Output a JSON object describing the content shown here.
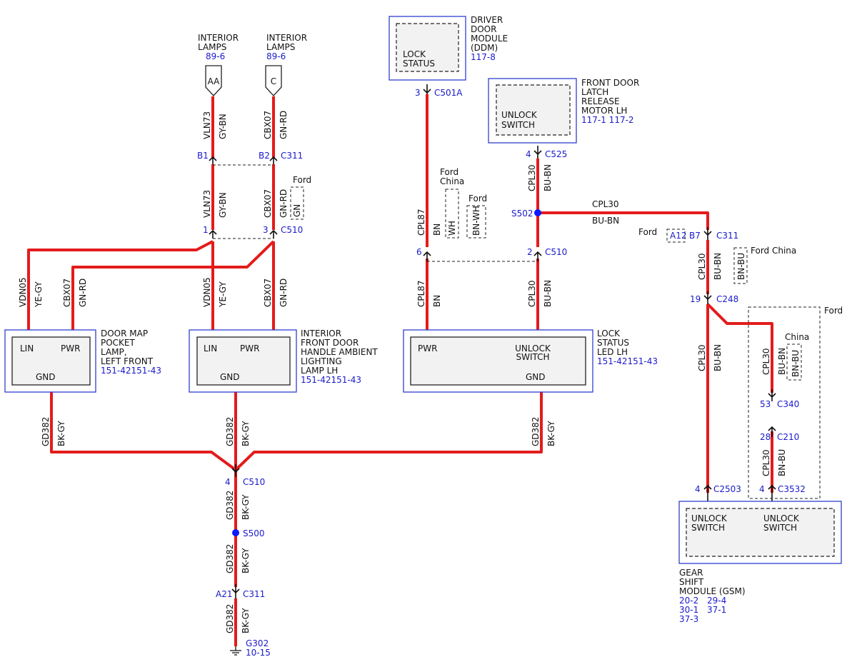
{
  "components": {
    "interior_lamps_aa": {
      "name_l1": "INTERIOR",
      "name_l2": "LAMPS",
      "ref": "89-6",
      "connector": "AA"
    },
    "interior_lamps_c": {
      "name_l1": "INTERIOR",
      "name_l2": "LAMPS",
      "ref": "89-6",
      "connector": "C"
    },
    "ddm": {
      "l1": "DRIVER",
      "l2": "DOOR",
      "l3": "MODULE",
      "l4": "(DDM)",
      "ref": "117-8",
      "inner_l1": "LOCK",
      "inner_l2": "STATUS"
    },
    "latch": {
      "l1": "FRONT DOOR",
      "l2": "LATCH",
      "l3": "RELEASE",
      "l4": "MOTOR LH",
      "ref": "117-1 117-2",
      "inner_l1": "UNLOCK",
      "inner_l2": "SWITCH"
    },
    "door_map": {
      "l1": "DOOR MAP",
      "l2": "POCKET",
      "l3": "LAMP,",
      "l4": "LEFT FRONT",
      "ref": "151-42151-43",
      "pin_lin": "LIN",
      "pin_pwr": "PWR",
      "pin_gnd": "GND"
    },
    "handle_lamp": {
      "l1": "INTERIOR",
      "l2": "FRONT DOOR",
      "l3": "HANDLE AMBIENT",
      "l4": "LIGHTING",
      "l5": "LAMP LH",
      "ref": "151-42151-43",
      "pin_lin": "LIN",
      "pin_pwr": "PWR",
      "pin_gnd": "GND"
    },
    "lock_led": {
      "l1": "LOCK",
      "l2": "STATUS",
      "l3": "LED LH",
      "ref": "151-42151-43",
      "pin_pwr": "PWR",
      "pin_unlock_l1": "UNLOCK",
      "pin_unlock_l2": "SWITCH",
      "pin_gnd": "GND"
    },
    "gsm": {
      "l1": "GEAR",
      "l2": "SHIFT",
      "l3": "MODULE (GSM)",
      "ref1": "20-2",
      "ref2": "29-4",
      "ref3": "30-1",
      "ref4": "37-1",
      "ref5": "37-3",
      "sw1_l1": "UNLOCK",
      "sw1_l2": "SWITCH",
      "sw2_l1": "UNLOCK",
      "sw2_l2": "SWITCH"
    }
  },
  "connectors": {
    "c311": "C311",
    "c510": "C510",
    "c501a": "C501A",
    "c525": "C525",
    "c248": "C248",
    "c340": "C340",
    "c210": "C210",
    "c2503": "C2503",
    "c3532": "C3532"
  },
  "pins": {
    "b1": "B1",
    "b2": "B2",
    "p1": "1",
    "p3": "3",
    "p3_ddm": "3",
    "p4_latch": "4",
    "p6": "6",
    "p2": "2",
    "b7": "B7",
    "a12": "A12",
    "p19": "19",
    "p53": "53",
    "p28": "28",
    "p4_c2503": "4",
    "p4_c3532": "4",
    "p4_c510": "4",
    "a21": "A21"
  },
  "splices": {
    "s502": "S502",
    "s500": "S500"
  },
  "ground": {
    "id": "G302",
    "ref": "10-15"
  },
  "circuits": {
    "vln73": "VLN73",
    "cbx07": "CBX07",
    "vdn05": "VDN05",
    "cpl87": "CPL87",
    "cpl30": "CPL30",
    "gd382": "GD382"
  },
  "colors": {
    "gy_bn": "GY-BN",
    "gn_rd": "GN-RD",
    "gn": "GN",
    "ye_gy": "YE-GY",
    "bn": "BN",
    "wh": "WH",
    "bn_wh": "BN-WH",
    "bu_bn": "BU-BN",
    "bn_bu": "BN-BU",
    "bk_gy": "BK-GY"
  },
  "variants": {
    "ford": "Ford",
    "ford_china_l1": "Ford",
    "ford_china_l2": "China",
    "ford_china": "Ford China",
    "china": "China"
  },
  "palette": {
    "wire": "#e41b1b",
    "component_border": "#2f3fd0",
    "reference_text": "#1a1acc",
    "splice_dot": "#0a1aff"
  }
}
